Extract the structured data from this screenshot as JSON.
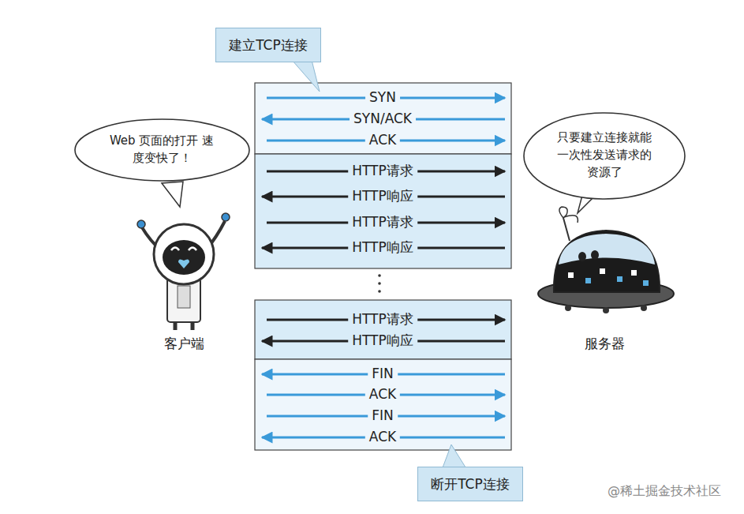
{
  "diagram": {
    "nodes": [
      {
        "text": [
          "建立TCP连接"
        ]
      },
      {
        "text": [
          "Web 页面的打开 速度变快了！"
        ]
      },
      {
        "text": [
          "只要建立连接就能 一次性发送请求的 资源了"
        ]
      },
      {
        "text": [
          "断开TCP连接"
        ]
      }
    ],
    "labels": [
      "SYN",
      "SYN/ACK",
      "ACK",
      "HTTP请求",
      "HTTP响应",
      "HTTP请求",
      "HTTP响应",
      "HTTP请求",
      "HTTP响应",
      "FIN",
      "ACK",
      "FIN",
      "ACK",
      "客户端",
      "服务器",
      "@稀土掘金技术社区"
    ]
  }
}
